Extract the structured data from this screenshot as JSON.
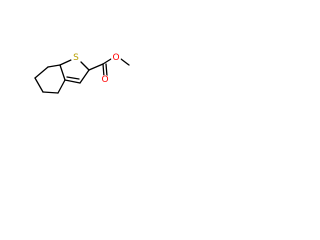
{
  "molecule": {
    "atoms": {
      "sulfur": {
        "label": "S",
        "color": "#b8a000"
      },
      "carbonyl_oxygen": {
        "label": "O",
        "color": "#ff0000"
      },
      "ester_oxygen": {
        "label": "O",
        "color": "#ff0000"
      }
    }
  }
}
